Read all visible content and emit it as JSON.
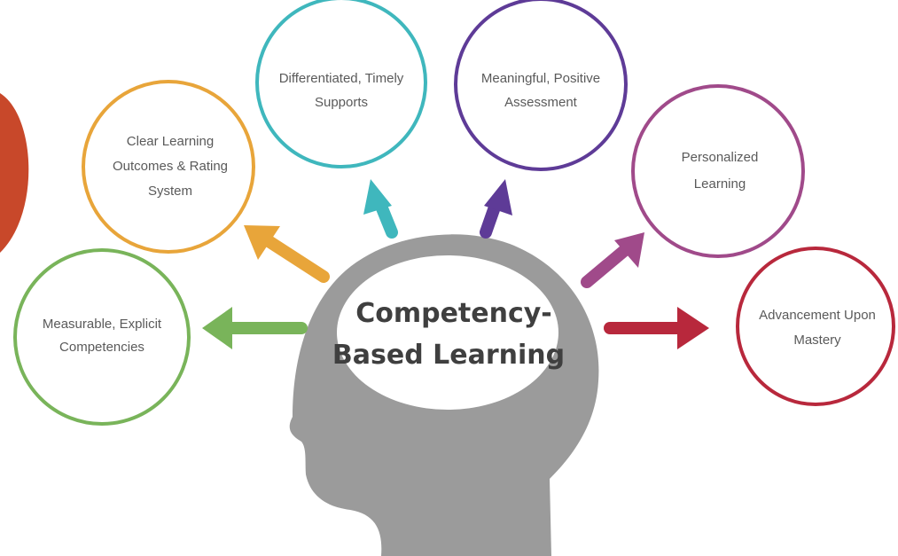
{
  "center": {
    "line1": "Competency-",
    "line2": "Based Learning"
  },
  "nodes": [
    {
      "id": "measurable",
      "lines": [
        "Measurable, Explicit",
        "Competencies"
      ],
      "color": "#79b45a"
    },
    {
      "id": "outcomes",
      "lines": [
        "Clear Learning",
        "Outcomes & Rating",
        "System"
      ],
      "color": "#e8a53a"
    },
    {
      "id": "supports",
      "lines": [
        "Differentiated, Timely",
        "Supports"
      ],
      "color": "#3fb7bd"
    },
    {
      "id": "assessment",
      "lines": [
        "Meaningful, Positive",
        "Assessment"
      ],
      "color": "#5e3b97"
    },
    {
      "id": "personalized",
      "lines": [
        "Personalized",
        "Learning"
      ],
      "color": "#a04a8a"
    },
    {
      "id": "mastery",
      "lines": [
        "Advancement Upon",
        "Mastery"
      ],
      "color": "#b8283c"
    }
  ],
  "colors": {
    "head": "#9b9b9b",
    "head_inner": "#ffffff",
    "side_accent": "#c8482a"
  }
}
